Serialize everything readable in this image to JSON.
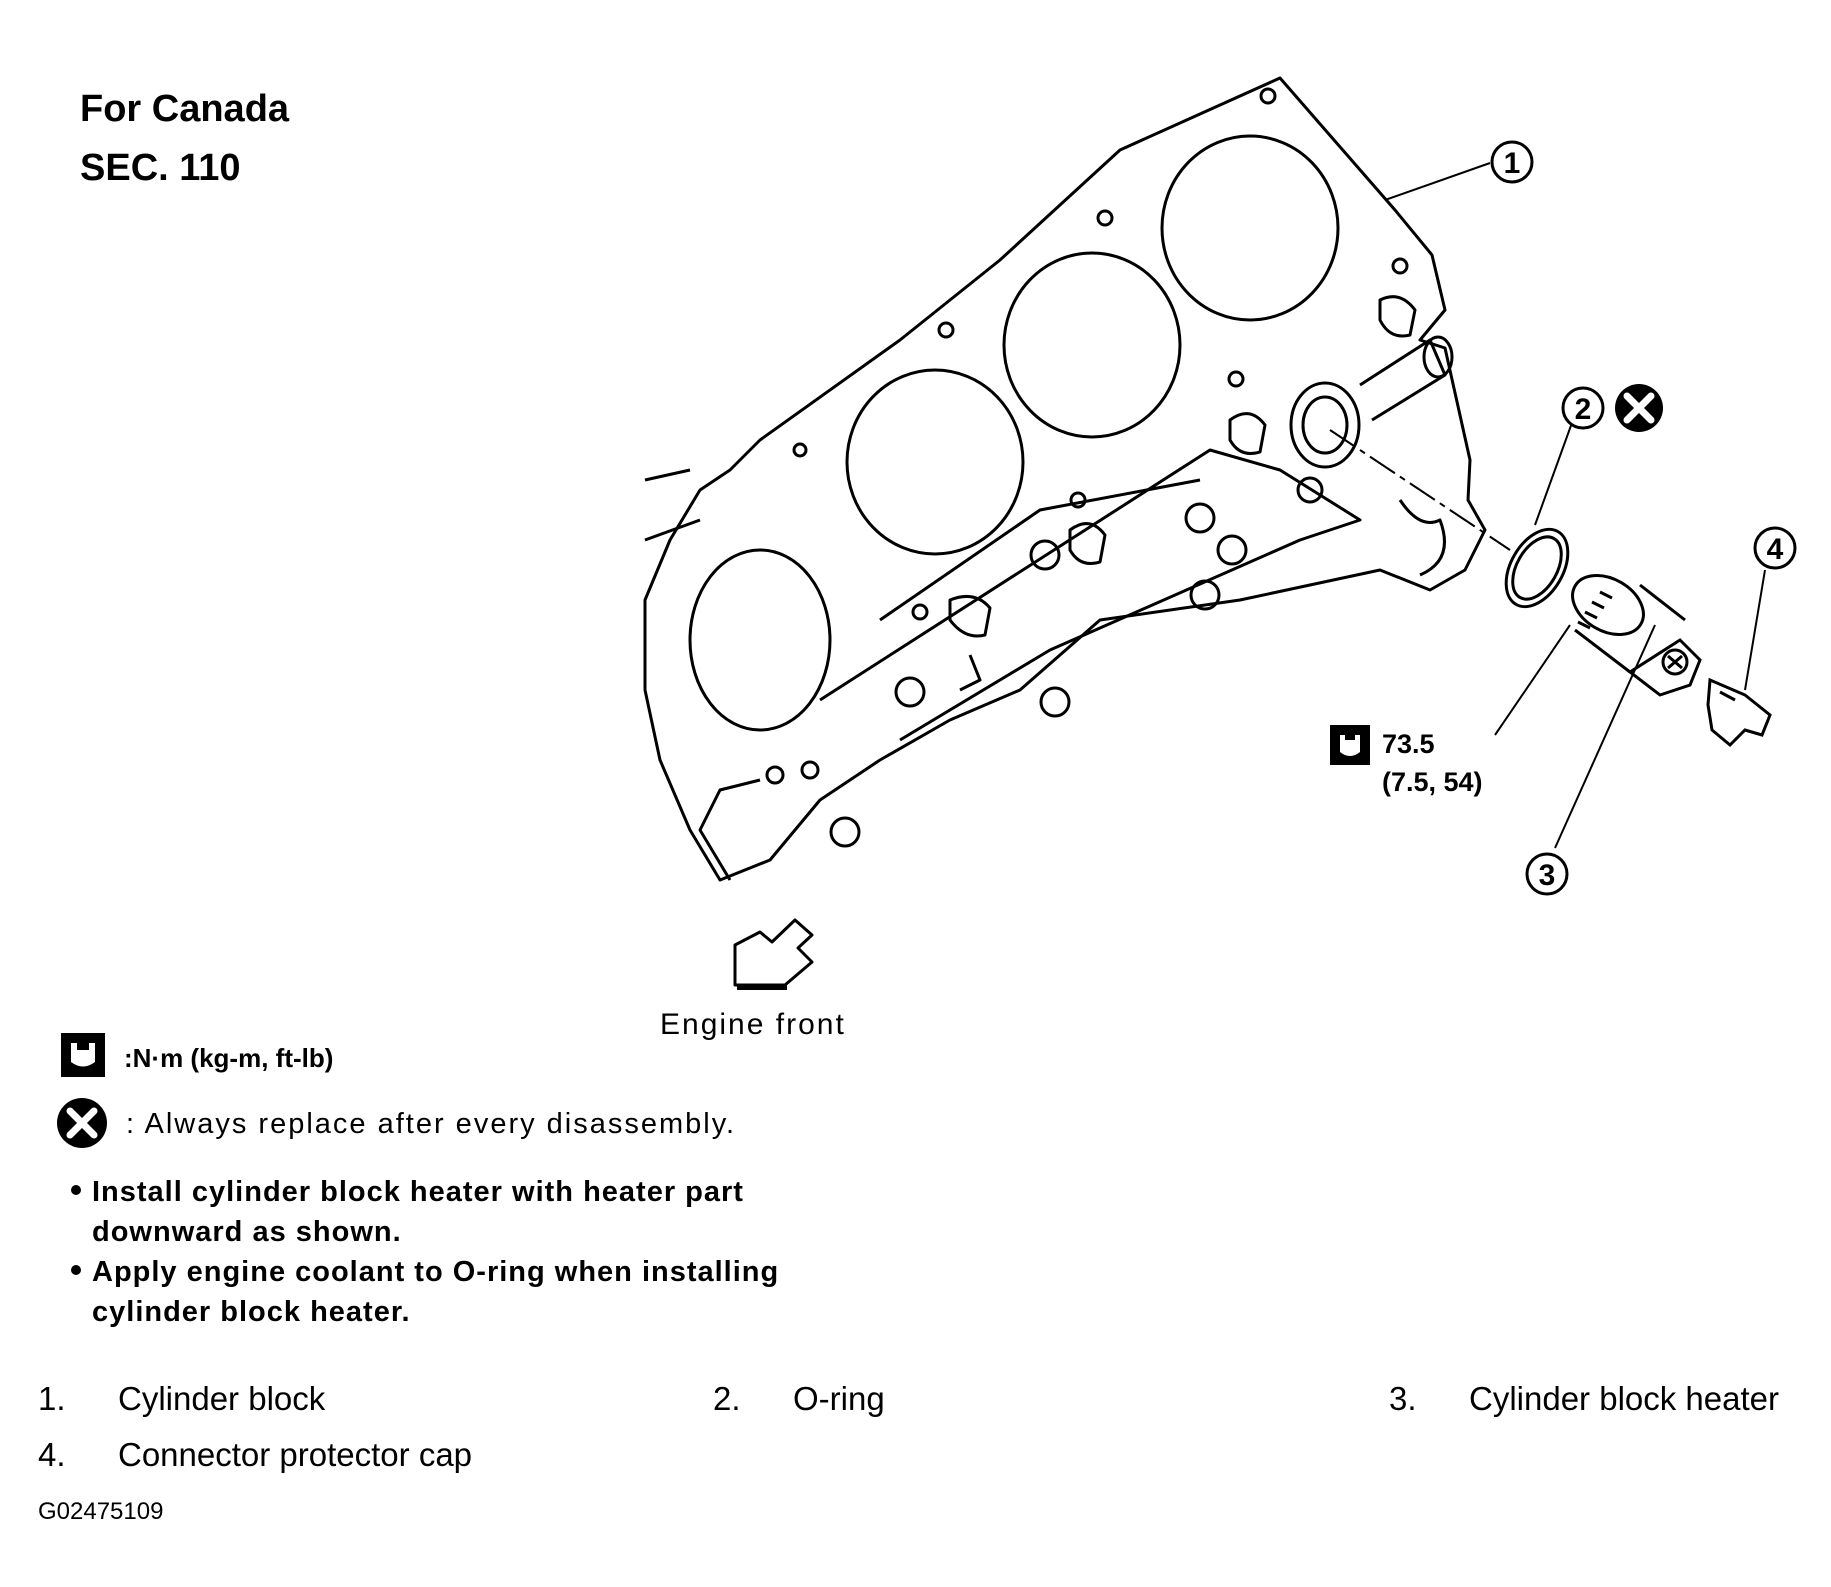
{
  "header": {
    "region": "For Canada",
    "section": "SEC. 110"
  },
  "callouts": [
    "1",
    "2",
    "3",
    "4"
  ],
  "torque": {
    "value": "73.5",
    "alt": "(7.5, 54)"
  },
  "engine_front_label": "Engine front",
  "legend": {
    "torque_units": ":N·m (kg-m, ft-lb)",
    "replace_note": ": Always replace after every disassembly."
  },
  "notes": [
    "Install cylinder block heater with heater part",
    "downward as shown.",
    "Apply engine coolant to O-ring when installing",
    "cylinder block heater."
  ],
  "parts": [
    {
      "num": "1.",
      "name": "Cylinder block"
    },
    {
      "num": "2.",
      "name": "O-ring"
    },
    {
      "num": "3.",
      "name": "Cylinder block heater"
    },
    {
      "num": "4.",
      "name": "Connector protector cap"
    }
  ],
  "figure_id": "G02475109",
  "icons": [
    "torque-wrench-icon",
    "replace-x-icon",
    "engine-front-arrow-icon"
  ]
}
